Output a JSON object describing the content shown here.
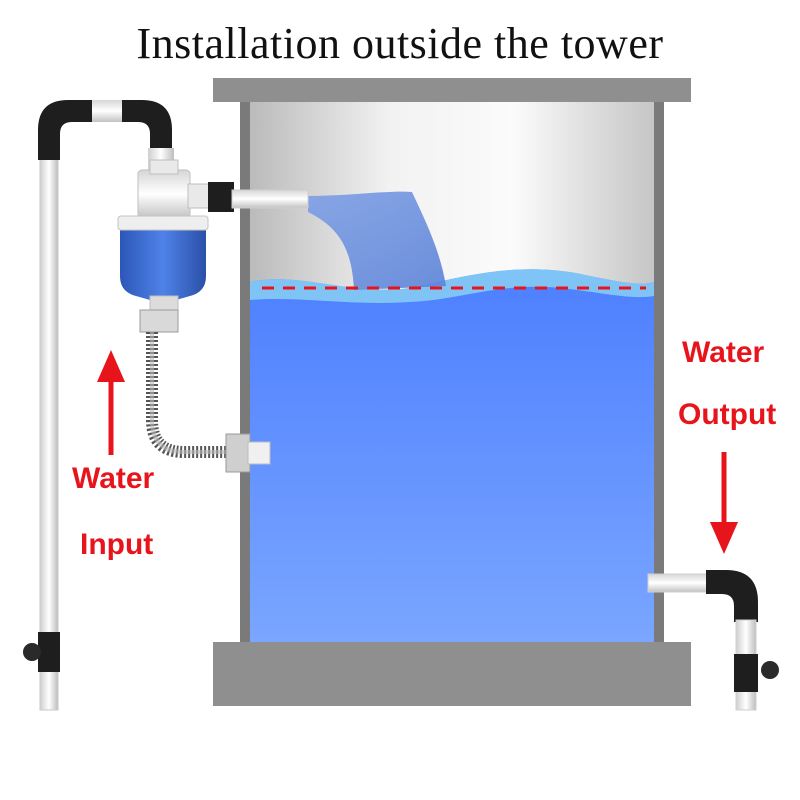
{
  "title": "Installation outside the tower",
  "labels": {
    "input_line1": "Water",
    "input_line2": "Input",
    "output_line1": "Water",
    "output_line2": "Output"
  },
  "colors": {
    "arrow": "#e8141b",
    "water": "#5a8cff",
    "waterline": "#e8141b",
    "pipe_dark": "#1a1a1a",
    "valve_blue": "#3d6fd6",
    "tank_frame": "#8c8c8c"
  }
}
